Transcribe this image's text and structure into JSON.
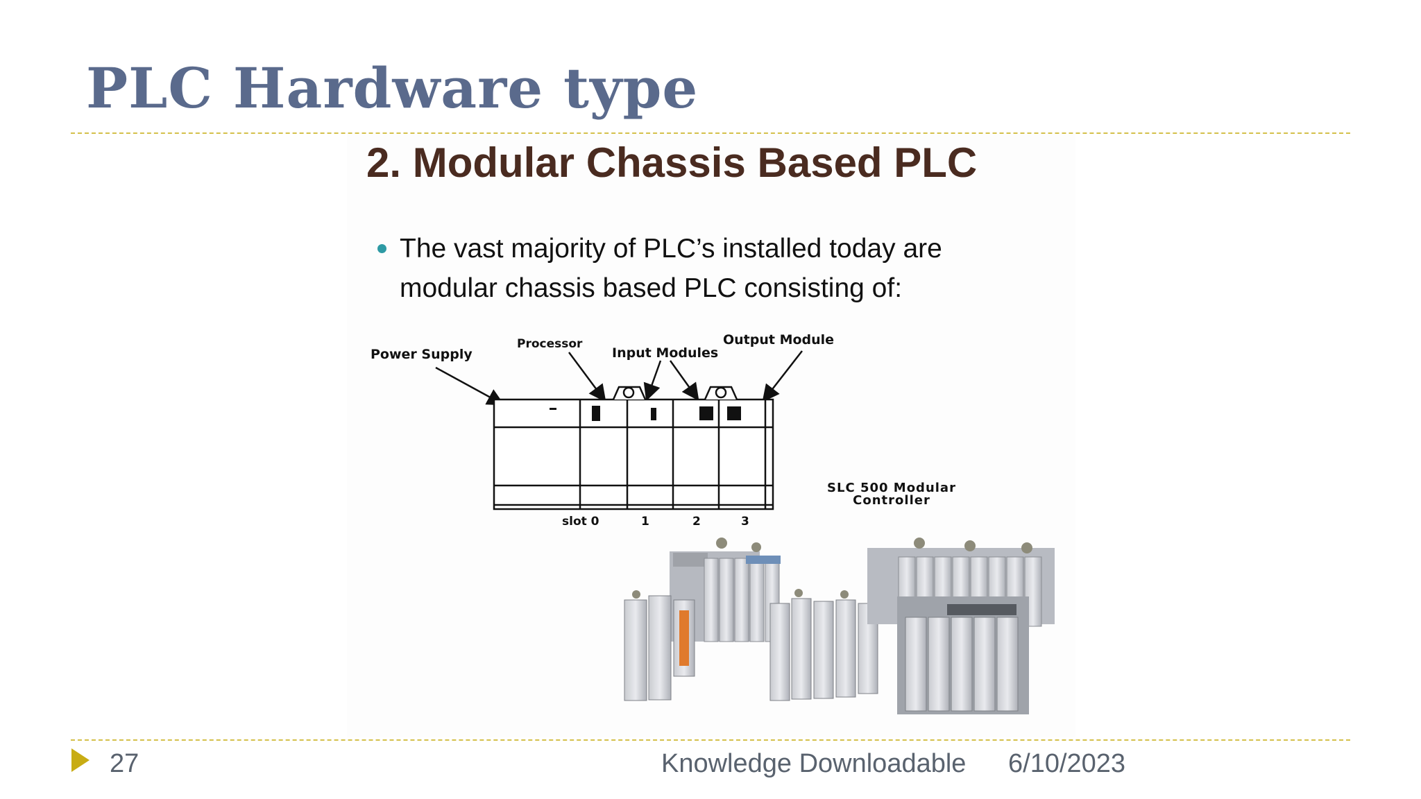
{
  "slide": {
    "title": "PLC Hardware type",
    "subtitle": "2. Modular Chassis Based PLC",
    "bullet": "The vast majority of PLC’s installed today are modular chassis based PLC consisting of:"
  },
  "diagram": {
    "labels": {
      "power_supply": "Power Supply",
      "processor": "Processor",
      "input_modules": "Input Modules",
      "output_module": "Output Module"
    },
    "slots": [
      "slot 0",
      "1",
      "2",
      "3"
    ]
  },
  "photo": {
    "caption": "SLC 500 Modular Controller"
  },
  "footer": {
    "page_number": "27",
    "source": "Knowledge Downloadable",
    "date": "6/10/2023"
  },
  "colors": {
    "title": "#5a6a8c",
    "rule": "#d4c04a",
    "subtitle": "#4a2b20",
    "bullet": "#2e9aa4",
    "footer_arrow": "#c8ac14",
    "footer_text": "#59626e"
  }
}
